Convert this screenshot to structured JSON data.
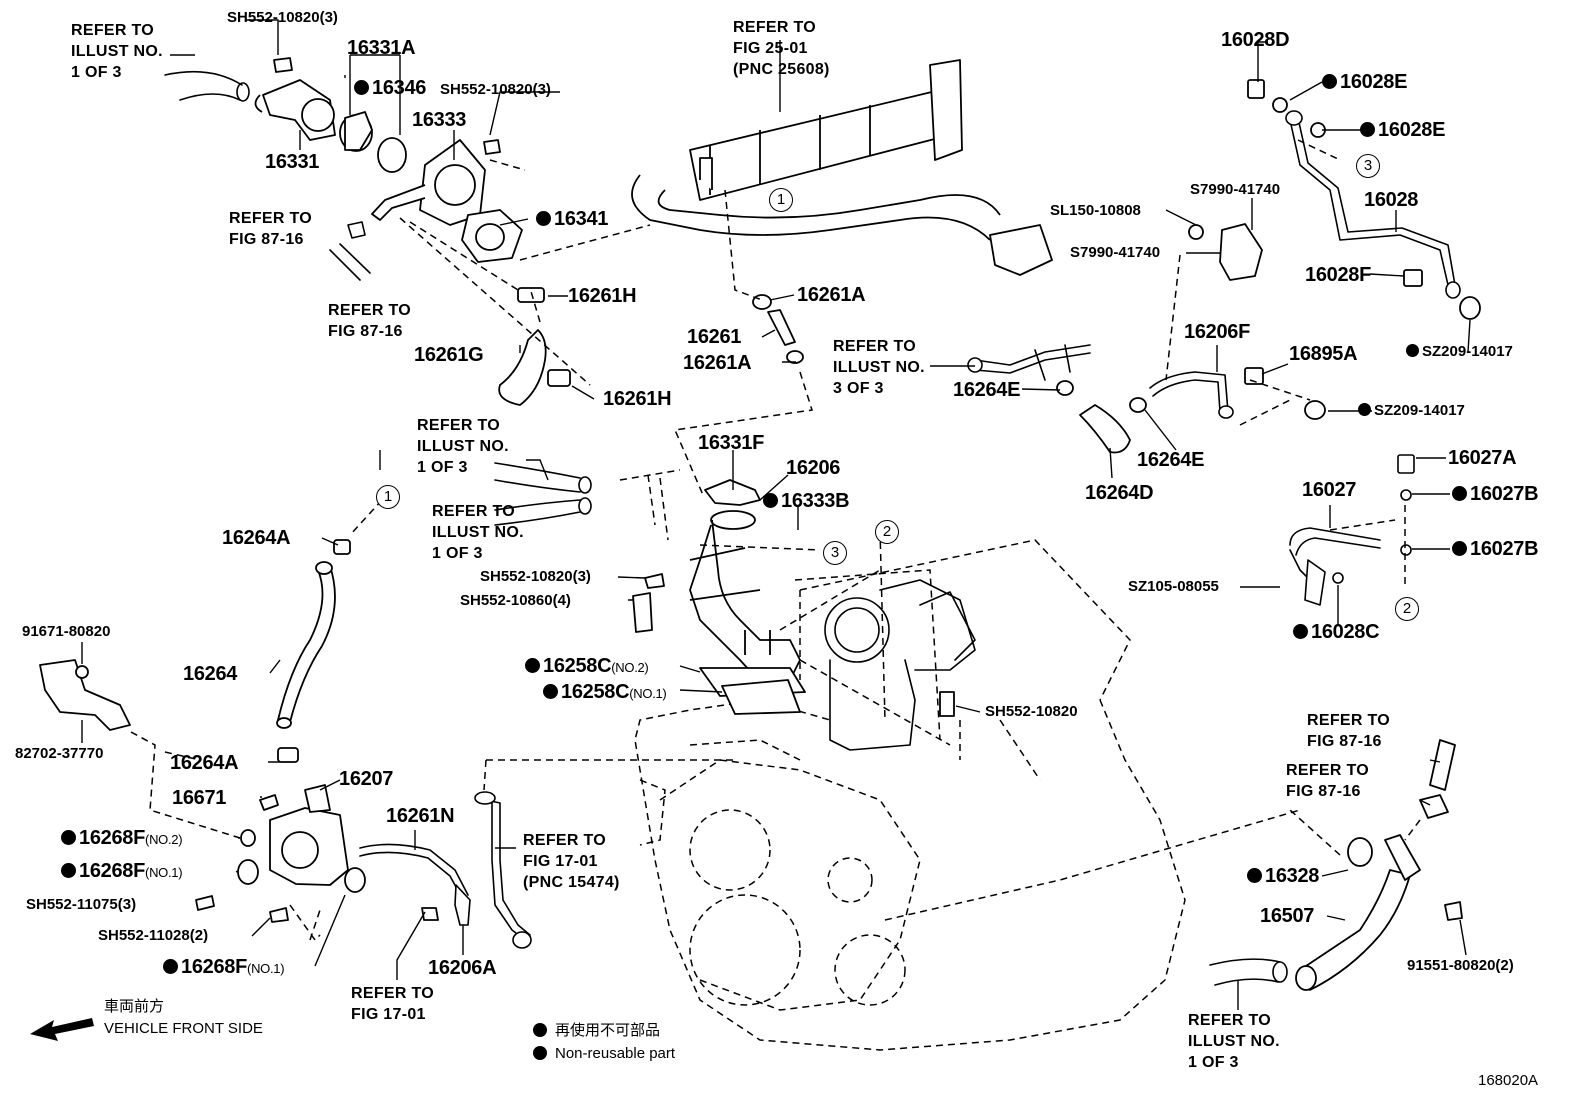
{
  "diagram_id": "168020A",
  "legend": {
    "non_reusable_jp": "再使用不可部品",
    "non_reusable_en": "Non-reusable part"
  },
  "direction": {
    "label_jp": "車両前方",
    "label_en": "VEHICLE FRONT SIDE"
  },
  "refs": [
    {
      "text": "REFER TO\nILLUST NO.\n1 OF 3"
    },
    {
      "text": "REFER TO\nFIG 25-01\n(PNC 25608)"
    },
    {
      "text": "REFER TO\nFIG 87-16"
    },
    {
      "text": "REFER TO\nFIG 87-16"
    },
    {
      "text": "REFER TO\nILLUST NO.\n3 OF 3"
    },
    {
      "text": "REFER TO\nILLUST NO.\n1 OF 3"
    },
    {
      "text": "REFER TO\nILLUST NO.\n1 OF 3"
    },
    {
      "text": "REFER TO\nFIG 17-01\n(PNC 15474)"
    },
    {
      "text": "REFER TO\nFIG 17-01"
    },
    {
      "text": "REFER TO\nFIG 87-16"
    },
    {
      "text": "REFER TO\nFIG 87-16"
    },
    {
      "text": "REFER TO\nILLUST NO.\n1 OF 3"
    }
  ],
  "parts": [
    {
      "pn": "SH552-10820(3)",
      "non_reusable": false
    },
    {
      "pn": "16331A",
      "non_reusable": false
    },
    {
      "pn": "16346",
      "non_reusable": true
    },
    {
      "pn": "SH552-10820(3)",
      "non_reusable": false
    },
    {
      "pn": "16333",
      "non_reusable": false
    },
    {
      "pn": "16331",
      "non_reusable": false
    },
    {
      "pn": "16341",
      "non_reusable": true
    },
    {
      "pn": "16261H",
      "non_reusable": false
    },
    {
      "pn": "16261G",
      "non_reusable": false
    },
    {
      "pn": "16261H",
      "non_reusable": false
    },
    {
      "pn": "16261A",
      "non_reusable": false
    },
    {
      "pn": "16261",
      "non_reusable": false
    },
    {
      "pn": "16261A",
      "non_reusable": false
    },
    {
      "pn": "16028D",
      "non_reusable": false
    },
    {
      "pn": "16028E",
      "non_reusable": true
    },
    {
      "pn": "16028E",
      "non_reusable": true
    },
    {
      "pn": "16028",
      "non_reusable": false
    },
    {
      "pn": "16028F",
      "non_reusable": false
    },
    {
      "pn": "SZ209-14017",
      "non_reusable": true
    },
    {
      "pn": "S7990-41740",
      "non_reusable": false
    },
    {
      "pn": "SL150-10808",
      "non_reusable": false
    },
    {
      "pn": "S7990-41740",
      "non_reusable": false
    },
    {
      "pn": "16206F",
      "non_reusable": false
    },
    {
      "pn": "16895A",
      "non_reusable": false
    },
    {
      "pn": "SZ209-14017",
      "non_reusable": true
    },
    {
      "pn": "16264E",
      "non_reusable": false
    },
    {
      "pn": "16264E",
      "non_reusable": false
    },
    {
      "pn": "16264D",
      "non_reusable": false
    },
    {
      "pn": "16027A",
      "non_reusable": false
    },
    {
      "pn": "16027",
      "non_reusable": false
    },
    {
      "pn": "16027B",
      "non_reusable": true
    },
    {
      "pn": "16027B",
      "non_reusable": true
    },
    {
      "pn": "SZ105-08055",
      "non_reusable": false
    },
    {
      "pn": "16028C",
      "non_reusable": true
    },
    {
      "pn": "16331F",
      "non_reusable": false
    },
    {
      "pn": "16206",
      "non_reusable": false
    },
    {
      "pn": "16333B",
      "non_reusable": true
    },
    {
      "pn": "16264A",
      "non_reusable": false
    },
    {
      "pn": "16264",
      "non_reusable": false
    },
    {
      "pn": "SH552-10820(3)",
      "non_reusable": false
    },
    {
      "pn": "SH552-10860(4)",
      "non_reusable": false
    },
    {
      "pn": "16258C",
      "non_reusable": true,
      "qualifier": "(NO.2)"
    },
    {
      "pn": "16258C",
      "non_reusable": true,
      "qualifier": "(NO.1)"
    },
    {
      "pn": "SH552-10820",
      "non_reusable": false
    },
    {
      "pn": "91671-80820",
      "non_reusable": false
    },
    {
      "pn": "82702-37770",
      "non_reusable": false
    },
    {
      "pn": "16264A",
      "non_reusable": false
    },
    {
      "pn": "16671",
      "non_reusable": false
    },
    {
      "pn": "16207",
      "non_reusable": false
    },
    {
      "pn": "16268F",
      "non_reusable": true,
      "qualifier": "(NO.2)"
    },
    {
      "pn": "16268F",
      "non_reusable": true,
      "qualifier": "(NO.1)"
    },
    {
      "pn": "SH552-11075(3)",
      "non_reusable": false
    },
    {
      "pn": "SH552-11028(2)",
      "non_reusable": false
    },
    {
      "pn": "16268F",
      "non_reusable": true,
      "qualifier": "(NO.1)"
    },
    {
      "pn": "16261N",
      "non_reusable": false
    },
    {
      "pn": "16206A",
      "non_reusable": false
    },
    {
      "pn": "16328",
      "non_reusable": true
    },
    {
      "pn": "16507",
      "non_reusable": false
    },
    {
      "pn": "91551-80820(2)",
      "non_reusable": false
    }
  ],
  "callouts": [
    "1",
    "1",
    "2",
    "2",
    "3",
    "3"
  ]
}
